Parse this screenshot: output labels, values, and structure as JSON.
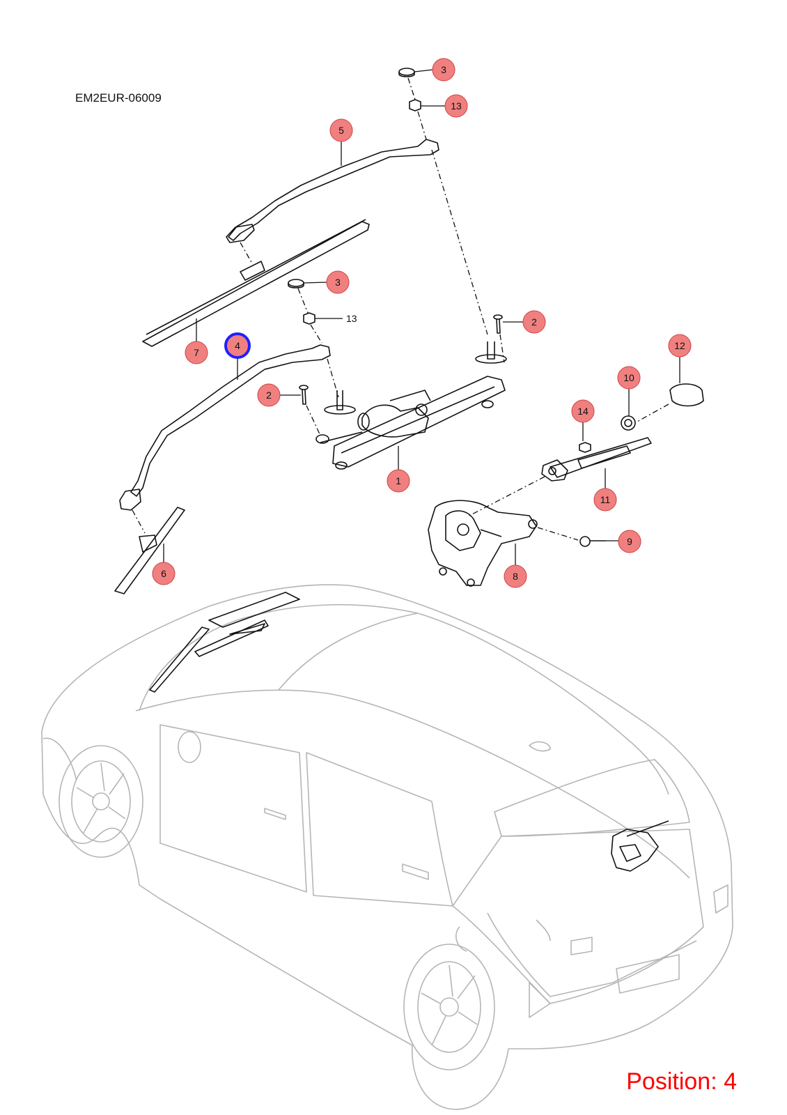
{
  "diagram_code": "EM2EUR-06009",
  "position_label": "Position: 4",
  "highlight_color": "#2020ff",
  "callout_color": "#f08080",
  "callouts": [
    {
      "id": "c3-top",
      "label": "3"
    },
    {
      "id": "c13-top",
      "label": "13"
    },
    {
      "id": "c5",
      "label": "5"
    },
    {
      "id": "c3-mid",
      "label": "3"
    },
    {
      "id": "c13-mid",
      "label": "13"
    },
    {
      "id": "c2-right",
      "label": "2"
    },
    {
      "id": "c7",
      "label": "7"
    },
    {
      "id": "c4",
      "label": "4"
    },
    {
      "id": "c2-left",
      "label": "2"
    },
    {
      "id": "c12",
      "label": "12"
    },
    {
      "id": "c10",
      "label": "10"
    },
    {
      "id": "c14",
      "label": "14"
    },
    {
      "id": "c1",
      "label": "1"
    },
    {
      "id": "c11",
      "label": "11"
    },
    {
      "id": "c9",
      "label": "9"
    },
    {
      "id": "c8",
      "label": "8"
    },
    {
      "id": "c6",
      "label": "6"
    }
  ]
}
